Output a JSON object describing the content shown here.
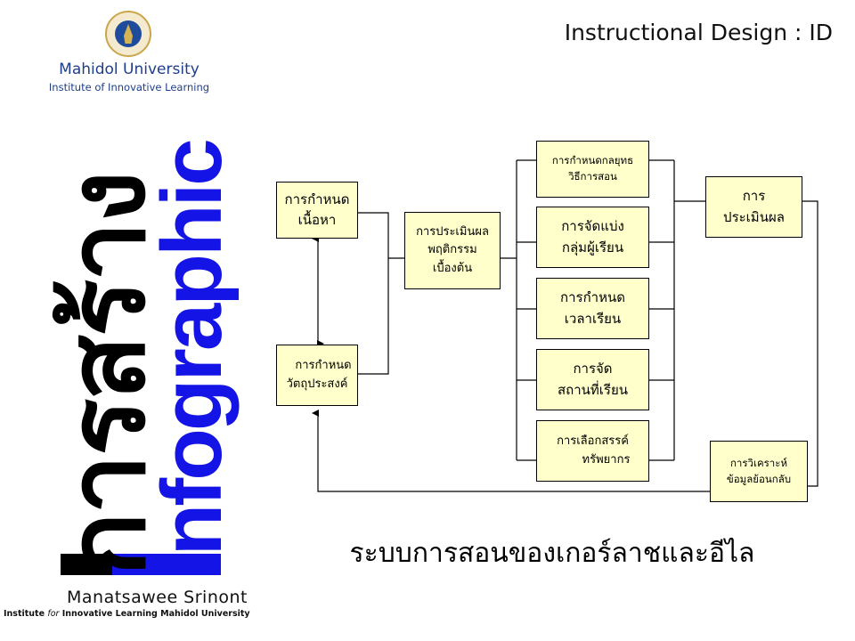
{
  "header": {
    "title": "Instructional Design : ID"
  },
  "logo": {
    "icon": "university-seal-icon",
    "university": "Mahidol University",
    "institute": "Institute of Innovative Learning"
  },
  "side_title": {
    "thai": "การสร้าง",
    "english": "Infographic",
    "thai_color": "#000000",
    "english_color": "#1414e6"
  },
  "author": {
    "name": "Manatsawee Srinont",
    "affiliation_pre": "Institute ",
    "affiliation_for": "for",
    "affiliation_post": " Innovative Learning Mahidol University"
  },
  "diagram": {
    "box_fill": "#ffffcc",
    "nodes": {
      "content": [
        "การกำหนด",
        "เนื้อหา"
      ],
      "objectives": [
        "การกำหนด",
        "วัตถุประสงค์"
      ],
      "entry_behavior": [
        "การประเมินผล",
        "พฤติกรรม",
        "เบื้องต้น"
      ],
      "strategy": [
        "การกำหนดกลยุทธ",
        "วิธีการสอน"
      ],
      "grouping": [
        "การจัดแบ่ง",
        "กลุ่มผู้เรียน"
      ],
      "time": [
        "การกำหนด",
        "เวลาเรียน"
      ],
      "space": [
        "การจัด",
        "สถานที่เรียน"
      ],
      "resources": [
        "การเลือกสรรค์",
        "ทรัพยากร"
      ],
      "evaluation": [
        "การ",
        "ประเมินผล"
      ],
      "feedback": [
        "การวิเคราะห์",
        "ข้อมูลย้อนกลับ"
      ]
    }
  },
  "footer": {
    "title": "ระบบการสอนของเกอร์ลาชและอีไล"
  }
}
